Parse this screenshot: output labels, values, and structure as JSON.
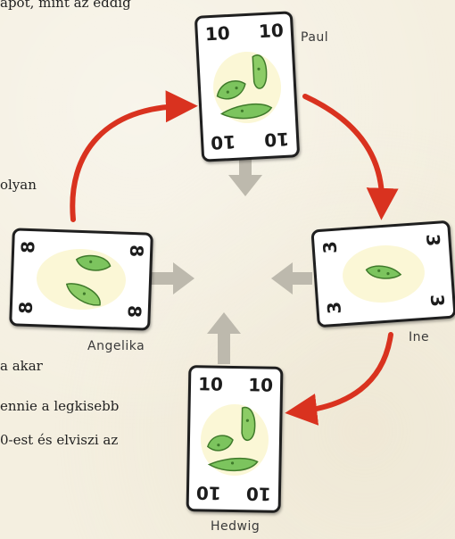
{
  "text_fragments": {
    "line1": "apot, mint az eddig",
    "line2": "olyan",
    "line3": "a akar",
    "line4": "ennie a legkisebb",
    "line5": "0-est és elviszi az"
  },
  "players": {
    "top": {
      "name": "Paul",
      "card_value": "10"
    },
    "right": {
      "name": "Ine",
      "card_value": "3"
    },
    "bottom": {
      "name": "Hedwig",
      "card_value": "10"
    },
    "left": {
      "name": "Angelika",
      "card_value": "8"
    }
  },
  "colors": {
    "arrow_red": "#d9321f",
    "arrow_gray": "#bdb9ad",
    "card_border": "#1f1f1f",
    "pickle_green": "#7cc45e"
  },
  "icons": {
    "card_art": "pickle-illustration-icon",
    "play_direction": "red-curved-arrow-icon",
    "center_pointer": "gray-arrow-icon"
  }
}
